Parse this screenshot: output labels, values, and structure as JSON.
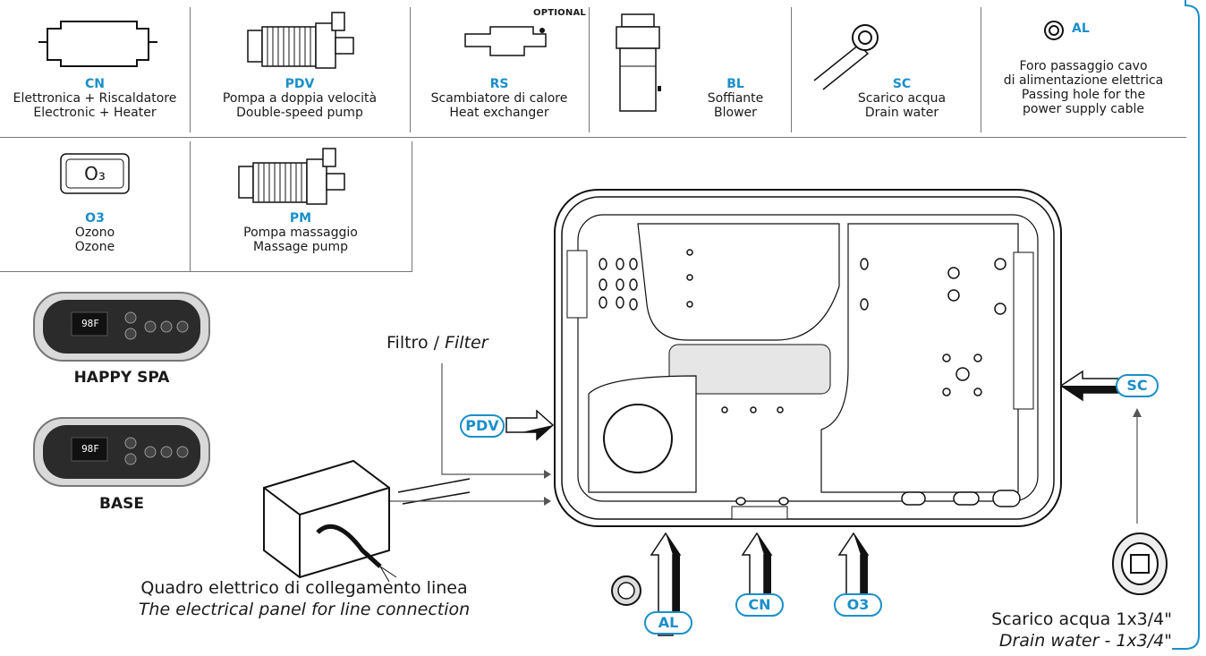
{
  "legend_top": [
    {
      "code": "CN",
      "line1": "Elettronica + Riscaldatore",
      "line2": "Electronic + Heater"
    },
    {
      "code": "PDV",
      "line1": "Pompa a doppia velocità",
      "line2": "Double-speed pump"
    },
    {
      "code": "RS",
      "line1": "Scambiatore di calore",
      "line2": "Heat exchanger",
      "tag": "OPTIONAL"
    },
    {
      "code": "BL",
      "line1": "Soffiante",
      "line2": "Blower"
    },
    {
      "code": "SC",
      "line1": "Scarico acqua",
      "line2": "Drain water"
    },
    {
      "code": "AL",
      "line1": "Foro passaggio cavo",
      "line2": "di alimentazione elettrica",
      "line3": "Passing hole for the",
      "line4": "power supply cable"
    }
  ],
  "legend_bottom": [
    {
      "code": "O3",
      "line1": "Ozono",
      "line2": "Ozone",
      "icon_text": "O₃"
    },
    {
      "code": "PM",
      "line1": "Pompa massaggio",
      "line2": "Massage pump"
    }
  ],
  "panels": [
    {
      "label": "HAPPY SPA",
      "display": "98F"
    },
    {
      "label": "BASE",
      "display": "98F"
    }
  ],
  "filter_label": {
    "it": "Filtro /",
    "en": "Filter"
  },
  "electrical_panel": {
    "it": "Quadro elettrico di collegamento linea",
    "en": "The electrical panel for line connection"
  },
  "drain": {
    "it": "Scarico acqua 1x3/4\"",
    "en": "Drain water - 1x3/4\""
  },
  "callouts": {
    "pdv": "PDV",
    "sc": "SC",
    "al": "AL",
    "cn": "CN",
    "o3": "O3"
  },
  "colors": {
    "accent": "#1b8fc9",
    "border": "#1b8fc9",
    "ink": "#1a1a1a"
  }
}
